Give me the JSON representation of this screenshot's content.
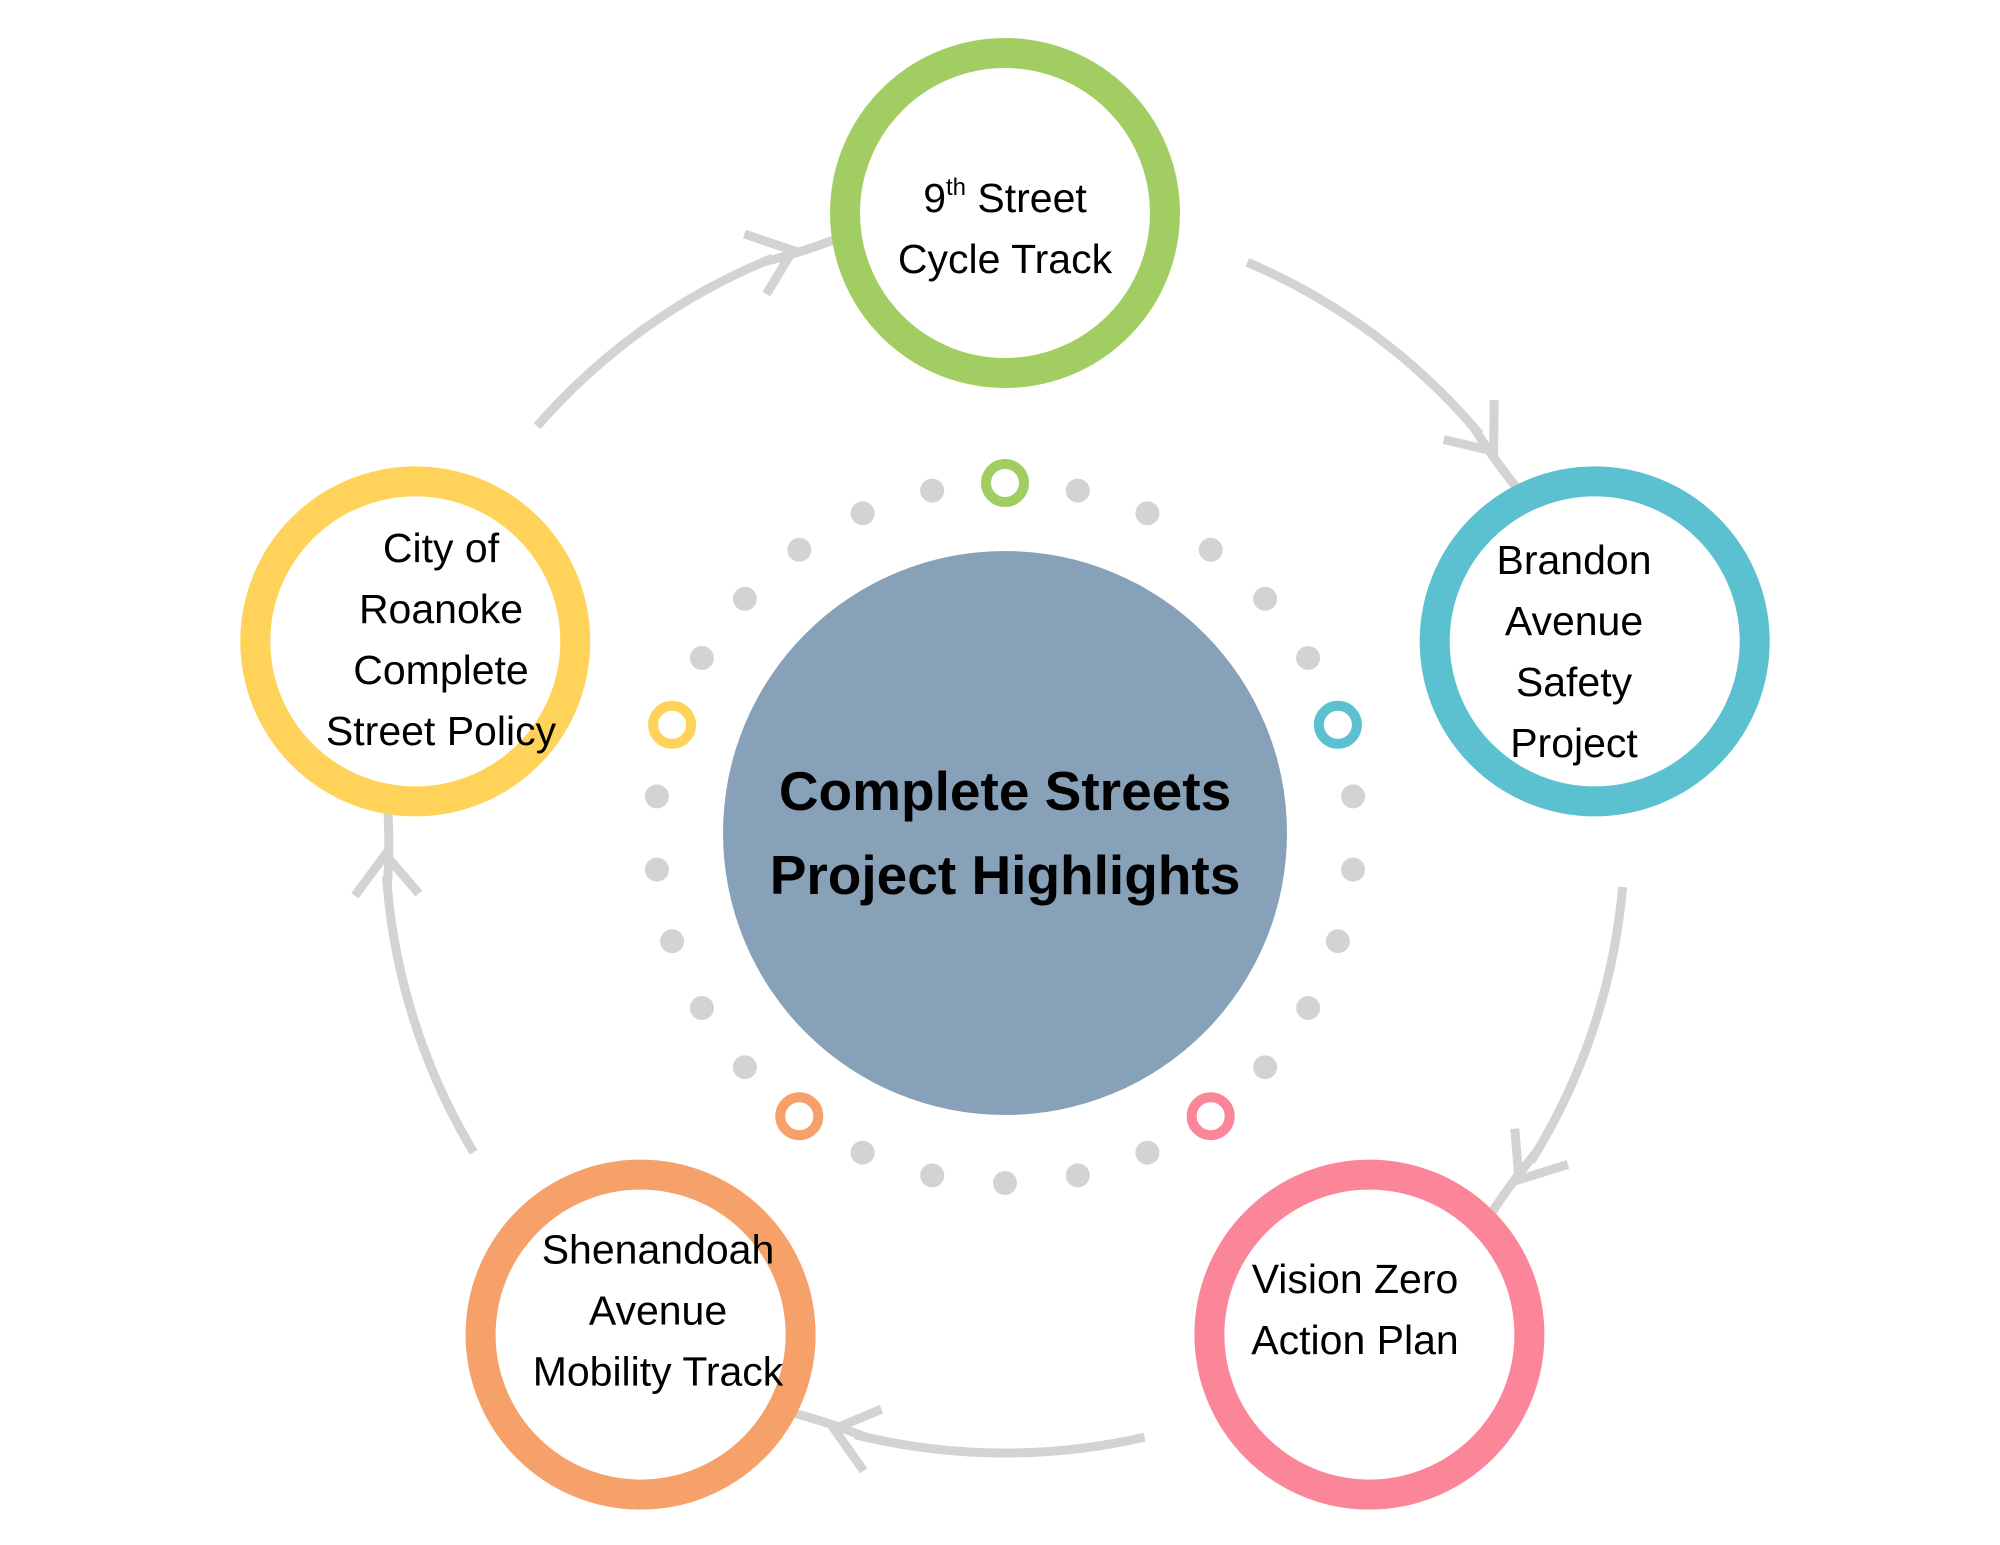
{
  "center": {
    "line1": "Complete Streets",
    "line2": "Project Highlights",
    "fill": "#87a2b8"
  },
  "colors": {
    "arrow": "#d3d3d3",
    "dot": "#d3d3d3",
    "green": "#a2cd63",
    "teal": "#5bc0cf",
    "pink": "#fc8699",
    "orange": "#f6a06a",
    "yellow": "#ffd35a"
  },
  "nodes": [
    {
      "id": "cycle-track",
      "color": "#a2cd63",
      "lines": [
        "9",
        "th",
        " Street",
        "Cycle Track"
      ]
    },
    {
      "id": "brandon",
      "color": "#5bc0cf",
      "lines": [
        "Brandon",
        "Avenue",
        "Safety",
        "Project"
      ]
    },
    {
      "id": "vision-zero",
      "color": "#fc8699",
      "lines": [
        "Vision Zero",
        "Action Plan"
      ]
    },
    {
      "id": "shenandoah",
      "color": "#f6a06a",
      "lines": [
        "Shenandoah",
        "Avenue",
        "Mobility Track"
      ]
    },
    {
      "id": "roanoke",
      "color": "#ffd35a",
      "lines": [
        "City of",
        "Roanoke",
        "Complete",
        "Street Policy"
      ]
    }
  ]
}
